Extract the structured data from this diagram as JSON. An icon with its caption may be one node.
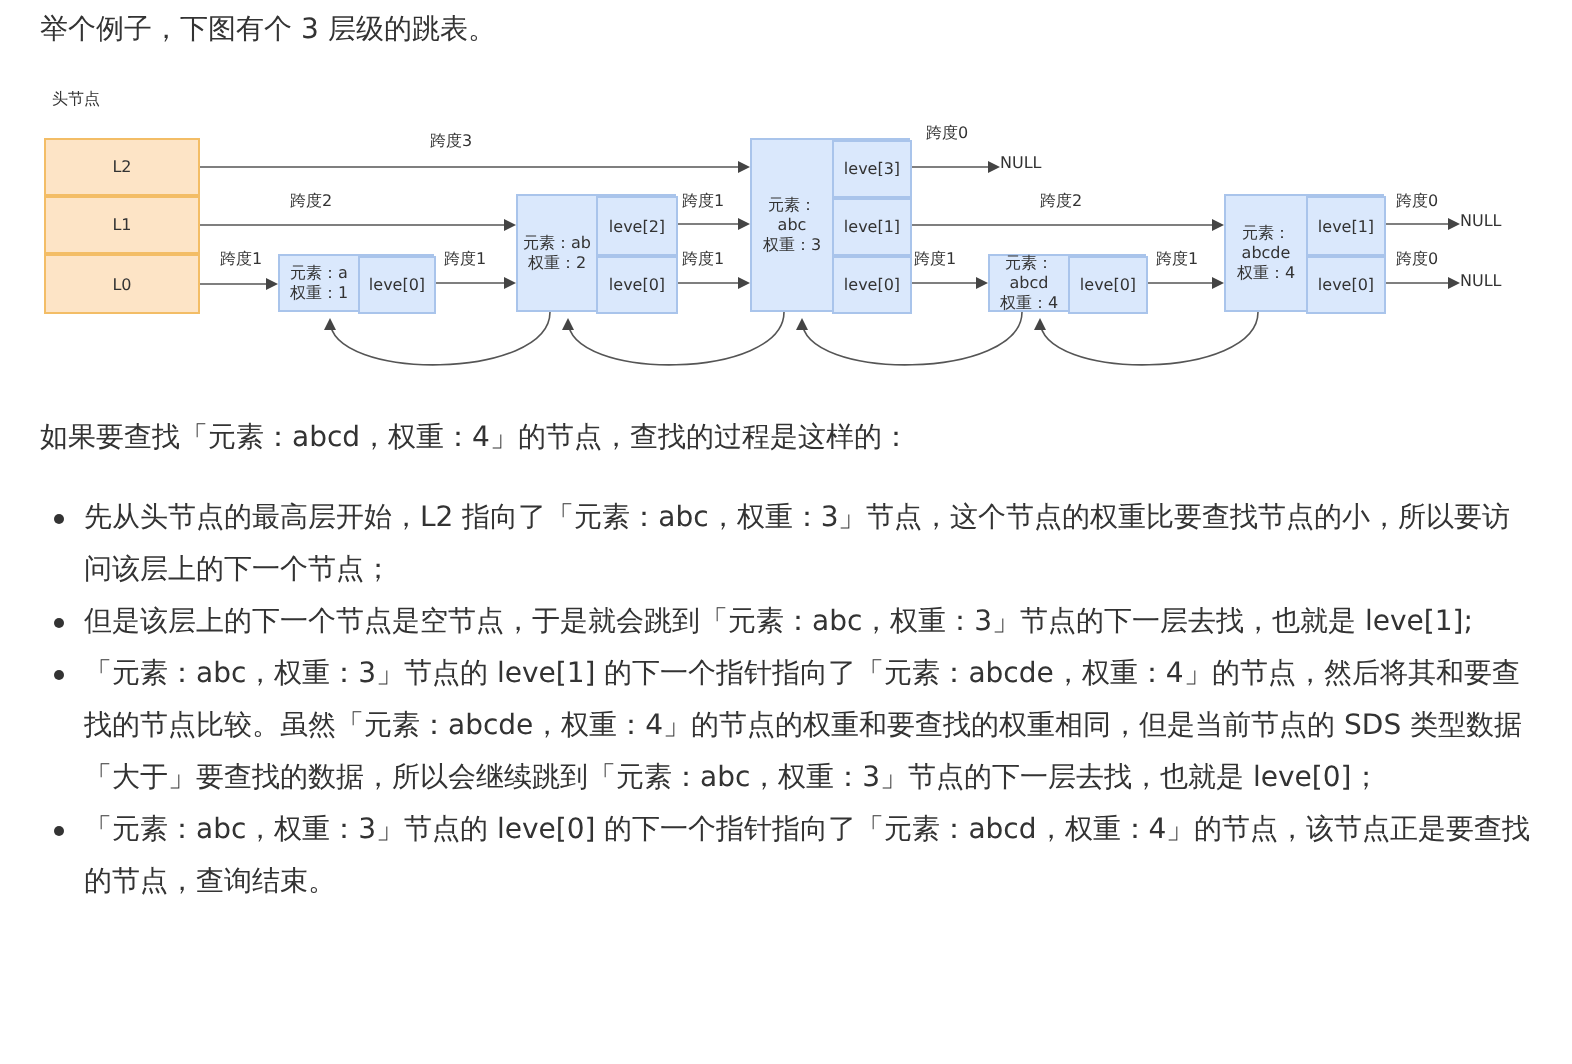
{
  "diagram": {
    "nodes": [
      {
        "text": [
          "头节点"
        ]
      },
      {
        "text": [
          "L2"
        ],
        "in": 0
      },
      {
        "text": [
          "L1"
        ],
        "in": 0
      },
      {
        "text": [
          "L0"
        ],
        "in": 0
      },
      {
        "text": [
          "元素：a 权重：1"
        ]
      },
      {
        "text": [
          "leve[0]"
        ],
        "in": 4
      },
      {
        "text": [
          "元素：ab 权重：2"
        ]
      },
      {
        "text": [
          "leve[2]"
        ],
        "in": 6
      },
      {
        "text": [
          "leve[0]"
        ],
        "in": 6
      },
      {
        "text": [
          "元素：abc 权重：3"
        ]
      },
      {
        "text": [
          "leve[3]"
        ],
        "in": 9
      },
      {
        "text": [
          "leve[1]"
        ],
        "in": 9
      },
      {
        "text": [
          "leve[0]"
        ],
        "in": 9
      },
      {
        "text": [
          "元素：abcd 权重：4"
        ]
      },
      {
        "text": [
          "leve[0]"
        ],
        "in": 13
      },
      {
        "text": [
          "元素：abcde 权重：4"
        ]
      },
      {
        "text": [
          "leve[1]"
        ],
        "in": 15
      },
      {
        "text": [
          "leve[0]"
        ],
        "in": 15
      },
      {
        "text": [
          "NULL"
        ]
      },
      {
        "text": [
          "NULL"
        ]
      },
      {
        "text": [
          "NULL"
        ]
      }
    ],
    "edges": [
      {
        "from": 1,
        "to": 9,
        "arrow": "to",
        "label": "跨度3"
      },
      {
        "from": 2,
        "to": 6,
        "arrow": "to",
        "label": "跨度2"
      },
      {
        "from": 3,
        "to": 4,
        "arrow": "to",
        "label": "跨度1"
      },
      {
        "from": 5,
        "to": 6,
        "arrow": "to",
        "label": "跨度1"
      },
      {
        "from": 7,
        "to": 9,
        "arrow": "to",
        "label": "跨度1"
      },
      {
        "from": 8,
        "to": 9,
        "arrow": "to",
        "label": "跨度1"
      },
      {
        "from": 10,
        "to": 18,
        "arrow": "to",
        "label": "跨度0"
      },
      {
        "from": 11,
        "to": 15,
        "arrow": "to",
        "label": "跨度2"
      },
      {
        "from": 12,
        "to": 13,
        "arrow": "to",
        "label": "跨度1"
      },
      {
        "from": 14,
        "to": 15,
        "arrow": "to",
        "label": "跨度1"
      },
      {
        "from": 16,
        "to": 19,
        "arrow": "to",
        "label": "跨度0"
      },
      {
        "from": 17,
        "to": 20,
        "arrow": "to",
        "label": "跨度0"
      },
      {
        "from": 6,
        "to": 4,
        "arrow": "to"
      },
      {
        "from": 9,
        "to": 6,
        "arrow": "to"
      },
      {
        "from": 13,
        "to": 9,
        "arrow": "to"
      },
      {
        "from": 15,
        "to": 13,
        "arrow": "to"
      }
    ],
    "labels": [
      "举个例子，下图有个 3 层级的跳表。",
      "如果要查找「元素：abcd，权重：4」的节点，查找的过程是这样的：",
      "先从头节点的最高层开始，L2 指向了「元素：abc，权重：3」节点，这个节点的权重比要查找节点的小，所以要访问该层上的下一个节点；",
      "但是该层上的下一个节点是空节点，于是就会跳到「元素：abc，权重：3」节点的下一层去找，也就是 leve[1];",
      "「元素：abc，权重：3」节点的 leve[1] 的下一个指针指向了「元素：abcde，权重：4」的节点，然后将其和要查找的节点比较。虽然「元素：abcde，权重：4」的节点的权重和要查找的权重相同，但是当前节点的 SDS 类型数据「大于」要查找的数据，所以会继续跳到「元素：abc，权重：3」节点的下一层去找，也就是 leve[0]；",
      "「元素：abc，权重：3」节点的 leve[0] 的下一个指针指向了「元素：abcd，权重：4」的节点，该节点正是要查找的节点，查询结束。"
    ]
  }
}
